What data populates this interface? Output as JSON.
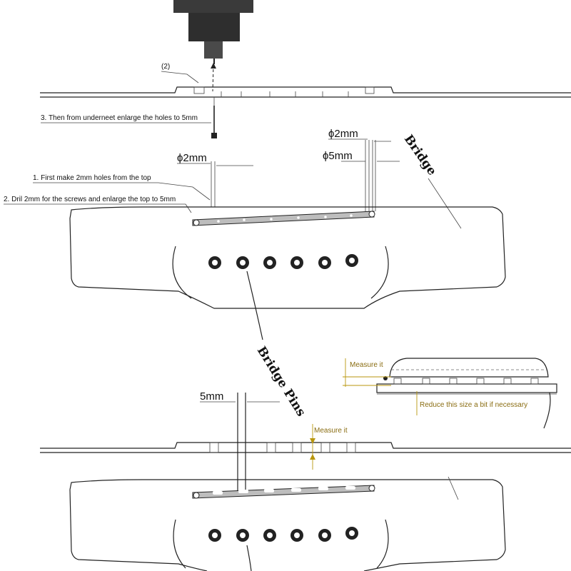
{
  "labels": {
    "step_2_marker": "(2)",
    "step_3": "3. Then from underneet enlarge the holes to 5mm",
    "step_1": "1. First make 2mm holes from the top",
    "step_2": "2. Dril 2mm for the screws and enlarge the top to 5mm",
    "dim_2mm_left": "ϕ2mm",
    "dim_2mm_right": "ϕ2mm",
    "dim_5mm_right": "ϕ5mm",
    "dim_5mm_bottom": "5mm",
    "bridge": "Bridge",
    "bridge_pins": "Bridge Pins",
    "measure_it_inset": "Measure it",
    "reduce_size": "Reduce this size a bit  if necessary",
    "measure_it_lower": "Measure it"
  },
  "colors": {
    "line": "#222222",
    "annotation_gold": "#b8960c",
    "drill": "#3a3a3a"
  }
}
